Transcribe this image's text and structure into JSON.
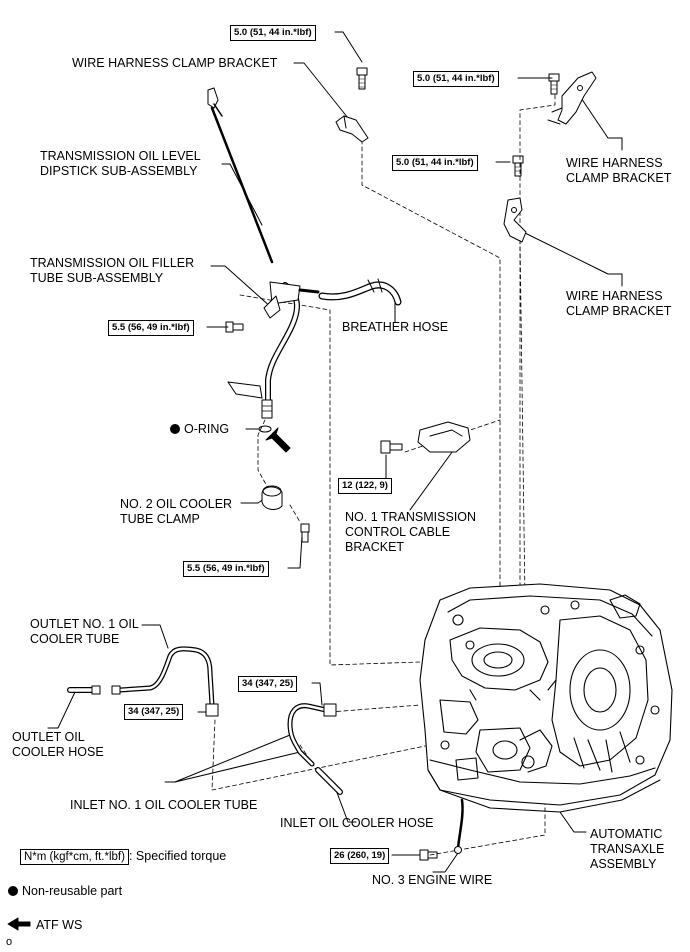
{
  "labels": {
    "wire_harness_clamp_bracket_top": "WIRE HARNESS CLAMP BRACKET",
    "wire_harness_clamp_bracket_right1": "WIRE HARNESS\nCLAMP BRACKET",
    "wire_harness_clamp_bracket_right2": "WIRE HARNESS\nCLAMP BRACKET",
    "dipstick": "TRANSMISSION OIL LEVEL\nDIPSTICK SUB-ASSEMBLY",
    "filler_tube": "TRANSMISSION OIL FILLER\nTUBE SUB-ASSEMBLY",
    "breather_hose": "BREATHER HOSE",
    "o_ring": "O-RING",
    "oil_cooler_tube_clamp": "NO. 2 OIL COOLER\nTUBE CLAMP",
    "control_cable_bracket": "NO. 1 TRANSMISSION\nCONTROL CABLE\nBRACKET",
    "outlet_tube": "OUTLET NO. 1 OIL\nCOOLER TUBE",
    "outlet_hose": "OUTLET OIL\nCOOLER HOSE",
    "inlet_tube": "INLET NO. 1 OIL COOLER TUBE",
    "inlet_hose": "INLET OIL COOLER HOSE",
    "transaxle": "AUTOMATIC\nTRANSAXLE\nASSEMBLY",
    "engine_wire": "NO. 3 ENGINE WIRE"
  },
  "torques": {
    "t1": "5.0 (51, 44 in.*lbf)",
    "t2": "5.0 (51, 44 in.*lbf)",
    "t3": "5.0 (51, 44 in.*lbf)",
    "t4": "5.5 (56, 49 in.*lbf)",
    "t5": "12 (122, 9)",
    "t6": "5.5 (56, 49 in.*lbf)",
    "t7": "34 (347, 25)",
    "t8": "34 (347, 25)",
    "t9": "26 (260, 19)"
  },
  "legend": {
    "torque_unit": "N*m (kgf*cm, ft.*lbf)",
    "torque_desc": ": Specified torque",
    "non_reusable": "Non-reusable part",
    "atf": "ATF WS"
  },
  "corner_mark": "o"
}
